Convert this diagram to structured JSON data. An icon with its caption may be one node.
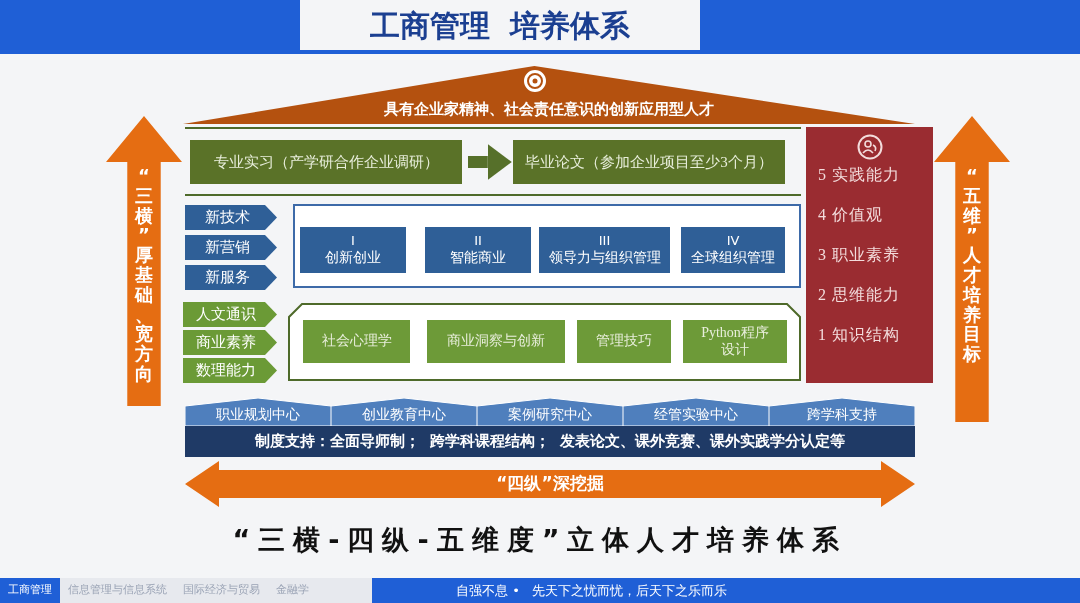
{
  "diagram": {
    "title": "工商管理  培养体系",
    "caption": "“三横-四纵-五维度”立体人才培养体系",
    "nodes": [
      {
        "text": [
          "具有企业家精神、社会责任意识的创新应用型人才"
        ]
      },
      {
        "text": [
          "专业实习（产学研合作企业调研）"
        ]
      },
      {
        "text": [
          "毕业论文（参加企业项目至少3个月）"
        ]
      },
      {
        "text": [
          "新技术"
        ]
      },
      {
        "text": [
          "新营销"
        ]
      },
      {
        "text": [
          "新服务"
        ]
      },
      {
        "text": [],
        "shape": "box"
      },
      {
        "text": [
          "I",
          "创新创业"
        ],
        "in": 6
      },
      {
        "text": [
          "II",
          "智能商业"
        ],
        "in": 6
      },
      {
        "text": [
          "III",
          "领导力与组织管理"
        ],
        "in": 6
      },
      {
        "text": [
          "IV",
          "全球组织管理"
        ],
        "in": 6
      },
      {
        "text": [
          "人文通识"
        ]
      },
      {
        "text": [
          "商业素养"
        ]
      },
      {
        "text": [
          "数理能力"
        ]
      },
      {
        "text": [],
        "shape": "box"
      },
      {
        "text": [
          "社会心理学"
        ],
        "in": 14
      },
      {
        "text": [
          "商业洞察与创新"
        ],
        "in": 14
      },
      {
        "text": [
          "管理技巧"
        ],
        "in": 14
      },
      {
        "text": [
          "Python程序设计"
        ],
        "in": 14
      },
      {
        "text": [
          "5 实践能力",
          "4 价值观",
          "3 职业素养",
          "2 思维能力",
          "1 知识结构"
        ]
      },
      {
        "text": [
          "职业规划中心"
        ]
      },
      {
        "text": [
          "创业教育中心"
        ]
      },
      {
        "text": [
          "案例研究中心"
        ]
      },
      {
        "text": [
          "经管实验中心"
        ]
      },
      {
        "text": [
          "跨学科支持"
        ]
      },
      {
        "text": [
          "制度支持：全面导师制；  跨学科课程结构；  发表论文、课外竞赛、课外实践学分认定等"
        ]
      },
      {
        "text": [
          "“三横”厚基础、宽方向"
        ]
      },
      {
        "text": [
          "“五维”人才培养目标"
        ]
      },
      {
        "text": [
          "“四纵”深挖掘"
        ]
      }
    ],
    "edges": [
      {
        "from": 1,
        "to": 2,
        "arrow": "to"
      }
    ],
    "labels": [
      "工商管理",
      "信息管理与信息系统",
      "国际经济与贸易",
      "金融学",
      "自强不息 •",
      "先天下之忧而忧，后天下之乐而乐"
    ]
  }
}
